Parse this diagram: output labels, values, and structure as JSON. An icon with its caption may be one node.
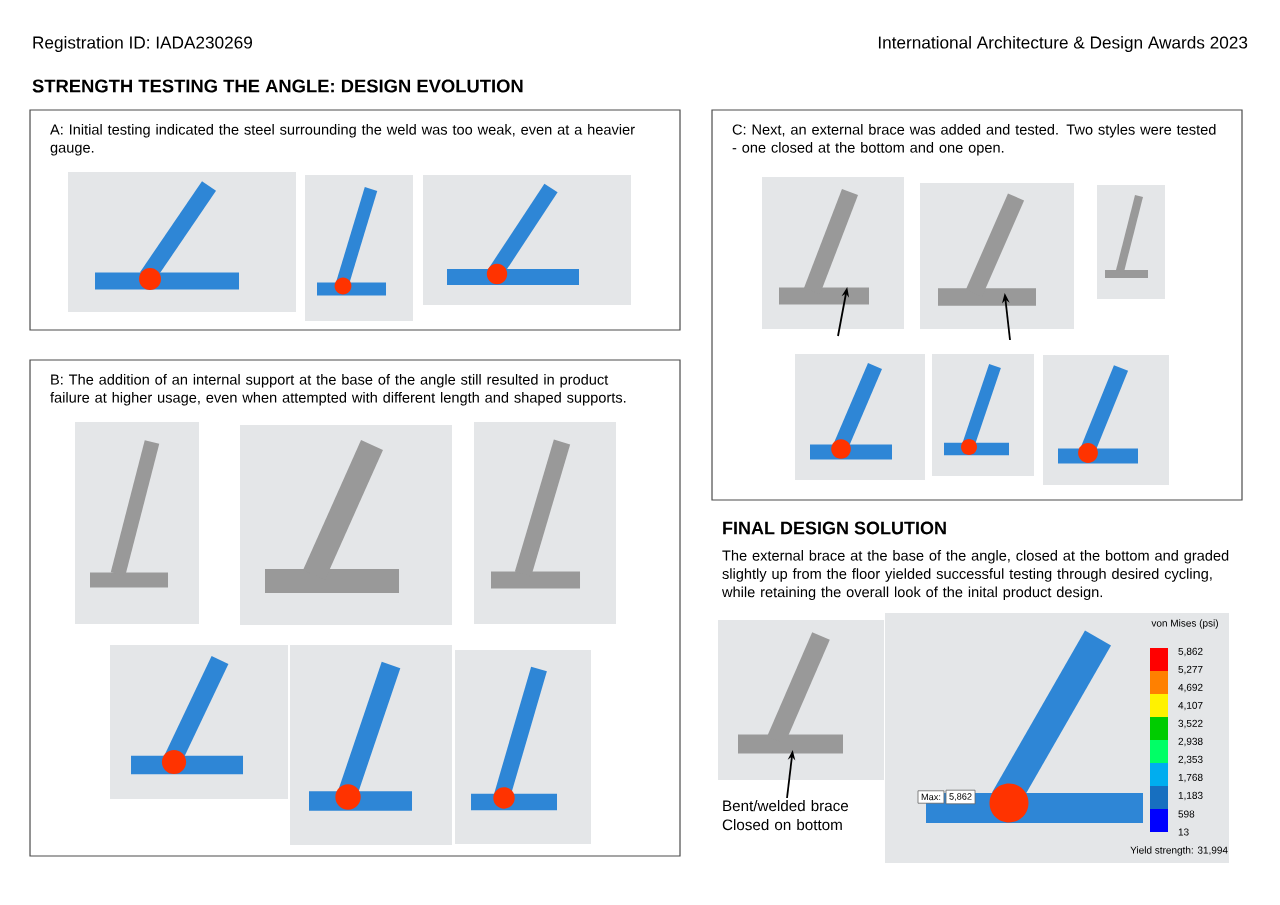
{
  "diagram": {
    "title": "STRENGTH TESTING THE ANGLE: DESIGN EVOLUTION",
    "nodes": [
      {
        "text": [
          "A: Initial testing indicated the steel surrounding the weld was too weak, even at a heavier gauge."
        ]
      },
      {
        "text": [],
        "shape": "picture",
        "in": 0
      },
      {
        "text": [],
        "shape": "picture",
        "in": 0
      },
      {
        "text": [],
        "shape": "picture",
        "in": 0
      },
      {
        "text": [
          "B: The addition of an internal support at the base of the angle still resulted in product failure at higher usage, even when attempted with different length and shaped supports."
        ]
      },
      {
        "text": [],
        "shape": "picture",
        "in": 4
      },
      {
        "text": [],
        "shape": "picture",
        "in": 4
      },
      {
        "text": [],
        "shape": "picture",
        "in": 4
      },
      {
        "text": [],
        "shape": "picture",
        "in": 4
      },
      {
        "text": [],
        "shape": "picture",
        "in": 4
      },
      {
        "text": [],
        "shape": "picture",
        "in": 4
      },
      {
        "text": [
          "C: Next, an external brace was added and tested. Two styles were tested - one closed at the bottom and one open."
        ]
      },
      {
        "text": [],
        "shape": "picture",
        "in": 11
      },
      {
        "text": [],
        "shape": "picture",
        "in": 11
      },
      {
        "text": [],
        "shape": "picture",
        "in": 11
      },
      {
        "text": [],
        "shape": "picture",
        "in": 11
      },
      {
        "text": [],
        "shape": "picture",
        "in": 11
      },
      {
        "text": [],
        "shape": "picture",
        "in": 11
      },
      {
        "text": [],
        "shape": "picture"
      },
      {
        "text": [],
        "shape": "picture"
      },
      {
        "text": [
          "Bent/welded brace Closed on bottom"
        ]
      }
    ],
    "edges": [
      {
        "from": null,
        "to": 12,
        "arrow": "to"
      },
      {
        "from": null,
        "to": 13,
        "arrow": "to"
      },
      {
        "from": 20,
        "to": 18,
        "arrow": "to"
      }
    ],
    "labels": [
      "Registration ID:  IADA230269",
      "International Architecture & Design Awards 2023",
      "FINAL DESIGN SOLUTION",
      "The external brace at the base of the angle, closed at the bottom and graded slightly up from the floor yielded successful testing through desired cycling, while retaining the overall look of the inital product design.",
      "von Mises (psi)",
      "5,862",
      "5,277",
      "4,692",
      "4,107",
      "3,522",
      "2,938",
      "2,353",
      "1,768",
      "1,183",
      "598",
      "13",
      "Max:",
      "5,862",
      "Yield strength: 31,994"
    ]
  }
}
